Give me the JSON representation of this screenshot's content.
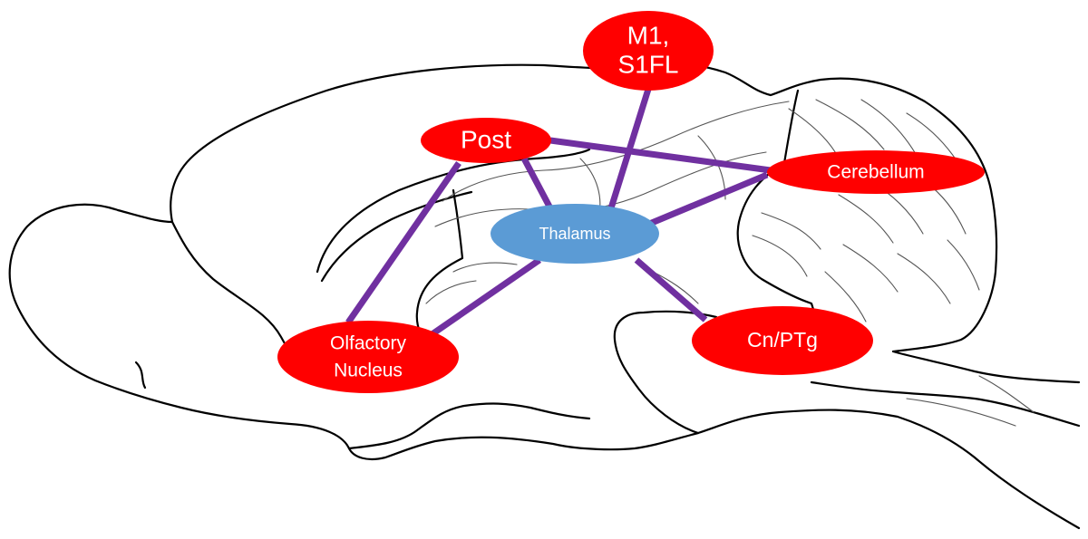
{
  "colors": {
    "region_fill": "#ff0000",
    "hub_fill": "#5b9bd5",
    "connection": "#7030a0",
    "outline": "#000000"
  },
  "nodes": {
    "m1": {
      "lines": [
        "M1,",
        "S1FL"
      ]
    },
    "post": {
      "lines": [
        "Post"
      ]
    },
    "cerebellum": {
      "lines": [
        "Cerebellum"
      ]
    },
    "thalamus": {
      "lines": [
        "Thalamus"
      ]
    },
    "olfactory": {
      "lines": [
        "Olfactory",
        "Nucleus"
      ]
    },
    "cnptg": {
      "lines": [
        "Cn/PTg"
      ]
    }
  },
  "connections": [
    [
      "m1",
      "thalamus"
    ],
    [
      "post",
      "thalamus"
    ],
    [
      "post",
      "cerebellum"
    ],
    [
      "post",
      "olfactory"
    ],
    [
      "thalamus",
      "cerebellum"
    ],
    [
      "thalamus",
      "olfactory"
    ],
    [
      "thalamus",
      "cnptg"
    ]
  ]
}
